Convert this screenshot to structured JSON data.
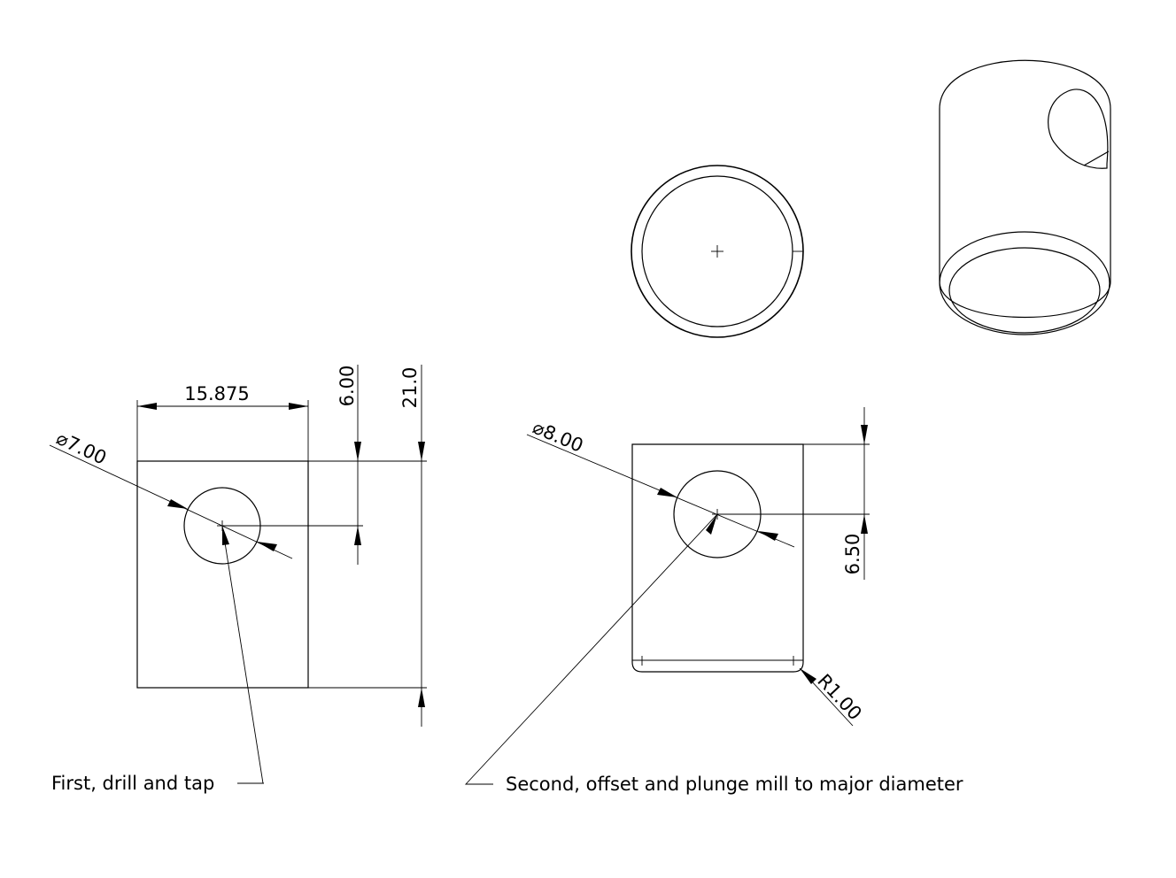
{
  "drawing": {
    "front_view": {
      "width_dim": "15.875",
      "hole_offset_dim": "6.00",
      "height_dim": "21.0",
      "hole_dia_dim": "⌀7.00"
    },
    "side_view": {
      "hole_dia_dim": "⌀8.00",
      "hole_offset_dim": "6.50",
      "fillet_dim": "R1.00"
    },
    "notes": {
      "first": "First, drill and tap",
      "second": "Second, offset and plunge mill to major diameter"
    }
  }
}
